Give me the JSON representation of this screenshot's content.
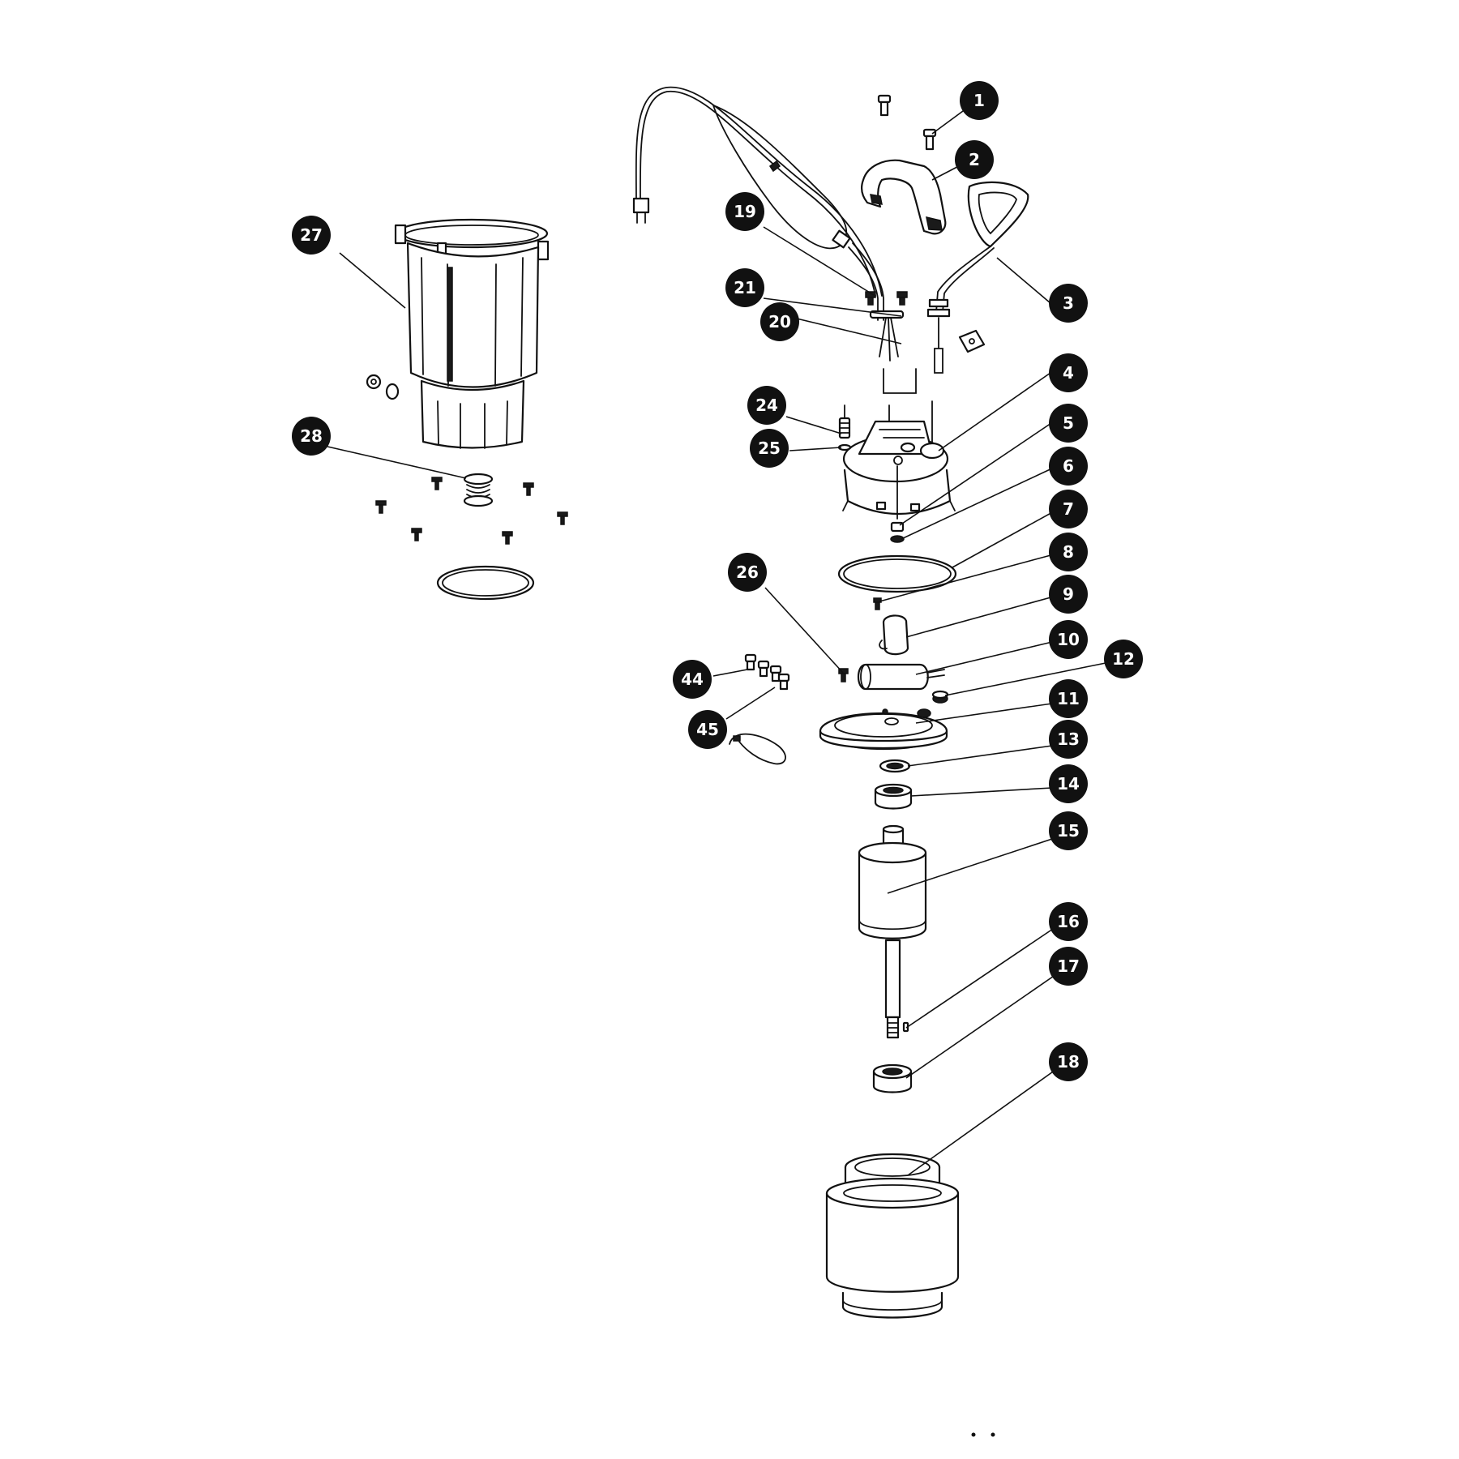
{
  "colors": {
    "background": "#ffffff",
    "ink": "#111111",
    "callout_fill": "#111111",
    "callout_text": "#ffffff"
  },
  "callouts": [
    {
      "id": "c1",
      "label": "1",
      "part": "screw"
    },
    {
      "id": "c2",
      "label": "2",
      "part": "handle"
    },
    {
      "id": "c3",
      "label": "3",
      "part": "float-switch"
    },
    {
      "id": "c4",
      "label": "4",
      "part": "motor-cover"
    },
    {
      "id": "c5",
      "label": "5",
      "part": "screw"
    },
    {
      "id": "c6",
      "label": "6",
      "part": "washer"
    },
    {
      "id": "c7",
      "label": "7",
      "part": "o-ring"
    },
    {
      "id": "c8",
      "label": "8",
      "part": "screw"
    },
    {
      "id": "c9",
      "label": "9",
      "part": "clamp"
    },
    {
      "id": "c10",
      "label": "10",
      "part": "capacitor"
    },
    {
      "id": "c11",
      "label": "11",
      "part": "bearing-plate"
    },
    {
      "id": "c12",
      "label": "12",
      "part": "nut"
    },
    {
      "id": "c13",
      "label": "13",
      "part": "seal"
    },
    {
      "id": "c14",
      "label": "14",
      "part": "bearing"
    },
    {
      "id": "c15",
      "label": "15",
      "part": "rotor"
    },
    {
      "id": "c16",
      "label": "16",
      "part": "key"
    },
    {
      "id": "c17",
      "label": "17",
      "part": "bearing"
    },
    {
      "id": "c18",
      "label": "18",
      "part": "stator-housing"
    },
    {
      "id": "c19",
      "label": "19",
      "part": "power-cord"
    },
    {
      "id": "c20",
      "label": "20",
      "part": "cord-clamp"
    },
    {
      "id": "c21",
      "label": "21",
      "part": "screw"
    },
    {
      "id": "c24",
      "label": "24",
      "part": "screw"
    },
    {
      "id": "c25",
      "label": "25",
      "part": "washer"
    },
    {
      "id": "c26",
      "label": "26",
      "part": "screw"
    },
    {
      "id": "c27",
      "label": "27",
      "part": "pump-base"
    },
    {
      "id": "c28",
      "label": "28",
      "part": "shaft-seal"
    },
    {
      "id": "c44",
      "label": "44",
      "part": "wire-nut"
    },
    {
      "id": "c45",
      "label": "45",
      "part": "cable-tie"
    }
  ]
}
